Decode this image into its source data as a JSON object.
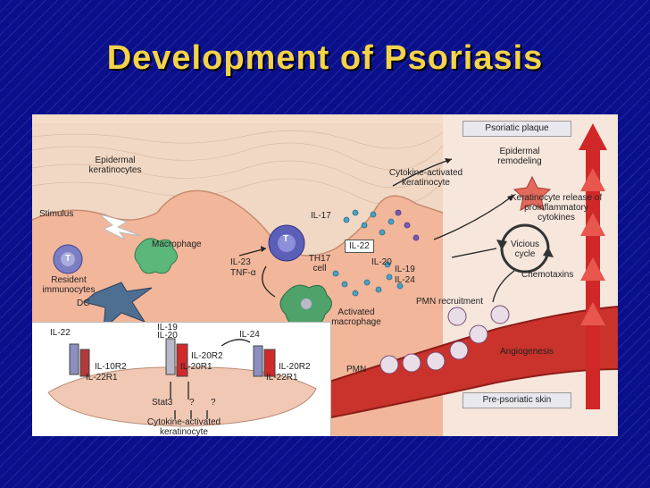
{
  "title": "Development of Psoriasis",
  "diagram": {
    "psoriatic_plaque": "Psoriatic plaque",
    "pre_psoriatic_skin": "Pre-psoriatic skin",
    "epidermal_keratinocytes": "Epidermal keratinocytes",
    "epidermal_remodeling": "Epidermal remodeling",
    "cytokine_activated_keratinocyte": "Cytokine-activated keratinocyte",
    "keratinocyte_release": "Keratinocyte release of proinflammatory cytokines",
    "vicious_cycle": "Vicious cycle",
    "chemotaxins": "Chemotaxins",
    "stimulus": "Stimulus",
    "macrophage": "Macrophage",
    "resident_immunocytes": "Resident immunocytes",
    "dc": "DC",
    "t_cell": "T",
    "il17": "IL-17",
    "il22": "IL-22",
    "il23": "IL-23",
    "tnf_alpha": "TNF-α",
    "th17_cell": "TH17 cell",
    "il20": "IL-20",
    "il19": "IL-19",
    "il24": "IL-24",
    "activated_macrophage": "Activated macrophage",
    "pmn_recruitment": "PMN recruitment",
    "angiogenesis": "Angiogenesis",
    "pmn": "PMN",
    "inset": {
      "il22": "IL-22",
      "il10r2": "IL-10R2",
      "il22r1_a": "IL-22R1",
      "il19": "IL-19",
      "il20": "IL-20",
      "il20r2_a": "IL-20R2",
      "il20r1_a": "IL-20R1",
      "il24": "IL-24",
      "il20r2_b": "IL-20R2",
      "il22r1_b": "IL-22R1",
      "stat3": "Stat3",
      "q1": "?",
      "q2": "?",
      "cytokine_activated_keratinocyte": "Cytokine-activated keratinocyte"
    }
  }
}
